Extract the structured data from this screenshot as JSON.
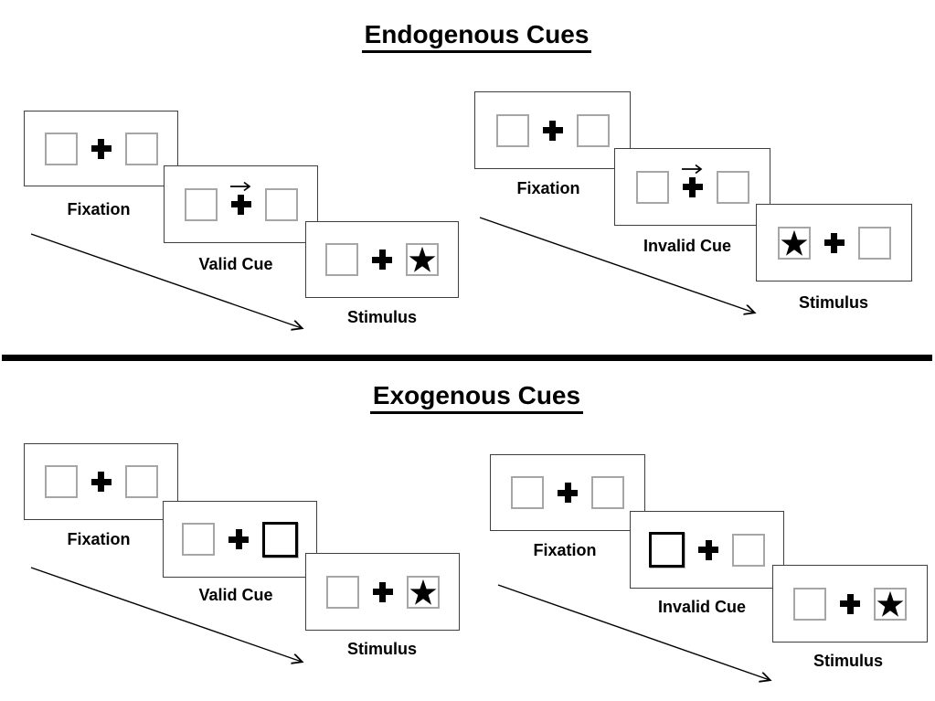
{
  "sections": [
    {
      "title": "Endogenous Cues",
      "panels": [
        {
          "name": "valid-trial",
          "cards": [
            {
              "label": "Fixation",
              "left_box": "empty",
              "cue": "none",
              "right_box": "empty"
            },
            {
              "label": "Valid Cue",
              "left_box": "empty",
              "cue": "arrow-right-above-cross",
              "right_box": "empty"
            },
            {
              "label": "Stimulus",
              "left_box": "empty",
              "cue": "none",
              "right_box": "star"
            }
          ]
        },
        {
          "name": "invalid-trial",
          "cards": [
            {
              "label": "Fixation",
              "left_box": "empty",
              "cue": "none",
              "right_box": "empty"
            },
            {
              "label": "Invalid Cue",
              "left_box": "empty",
              "cue": "arrow-right-above-cross",
              "right_box": "empty"
            },
            {
              "label": "Stimulus",
              "left_box": "star",
              "cue": "none",
              "right_box": "empty"
            }
          ]
        }
      ]
    },
    {
      "title": "Exogenous Cues",
      "panels": [
        {
          "name": "valid-trial",
          "cards": [
            {
              "label": "Fixation",
              "left_box": "empty",
              "cue": "none",
              "right_box": "empty"
            },
            {
              "label": "Valid Cue",
              "left_box": "empty",
              "cue": "bold-box-right",
              "right_box": "bold"
            },
            {
              "label": "Stimulus",
              "left_box": "empty",
              "cue": "none",
              "right_box": "star"
            }
          ]
        },
        {
          "name": "invalid-trial",
          "cards": [
            {
              "label": "Fixation",
              "left_box": "empty",
              "cue": "none",
              "right_box": "empty"
            },
            {
              "label": "Invalid Cue",
              "left_box": "bold",
              "cue": "bold-box-left",
              "right_box": "empty"
            },
            {
              "label": "Stimulus",
              "left_box": "empty",
              "cue": "none",
              "right_box": "star"
            }
          ]
        }
      ]
    }
  ],
  "icons": {
    "fixation_cross": "heavy-plus-cross",
    "endogenous_cue": "small-right-arrow",
    "exogenous_cue": "bold-outlined-square",
    "stimulus_target": "filled-black-star",
    "timeline": "diagonal-arrow-down-right"
  },
  "colors": {
    "background": "#ffffff",
    "card_border": "#3f3f3f",
    "placeholder_box_border": "#a6a6a6",
    "ink": "#000000"
  }
}
